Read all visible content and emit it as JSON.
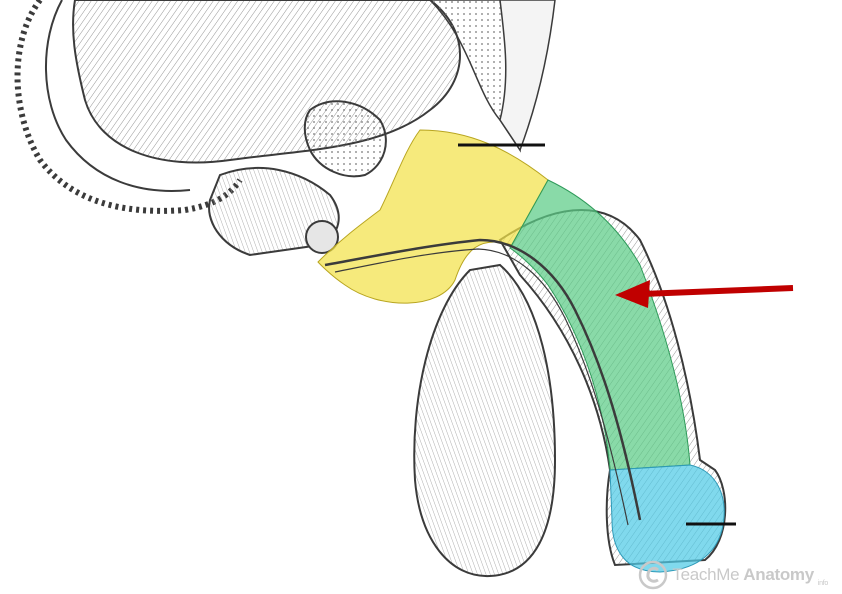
{
  "watermark": {
    "brand_regular": "TeachMe",
    "brand_bold": "Anatomy",
    "suffix": "info"
  },
  "colors": {
    "background": "#ffffff",
    "line_art": "#3b3b3b",
    "shading": "#8a8a8a",
    "prostatic_region": "#f2e24a",
    "spongy_region": "#5ccc86",
    "glans_region": "#4fcbe6",
    "arrow": "#c00000",
    "label_line": "#111111",
    "watermark": "#c9c9c9"
  },
  "icons": [
    "copyright-logo-icon"
  ]
}
